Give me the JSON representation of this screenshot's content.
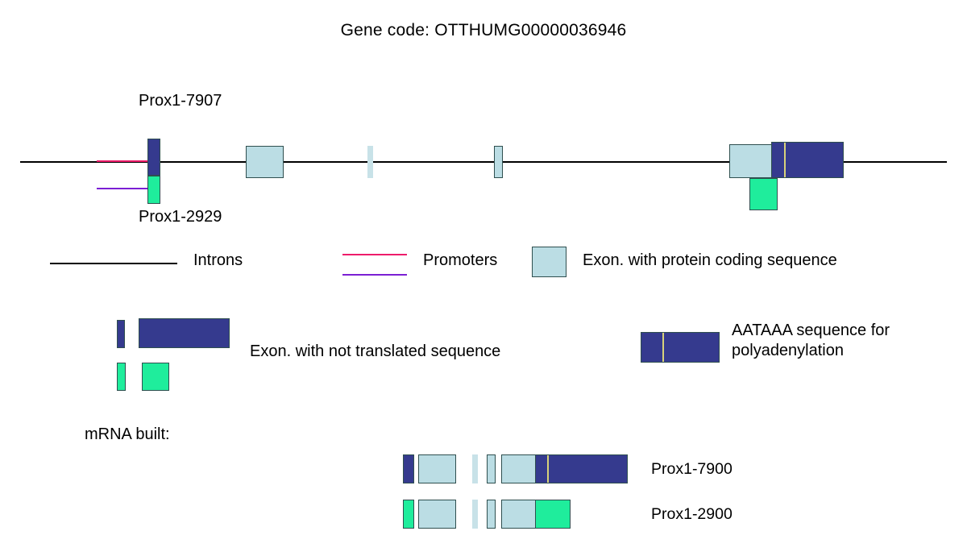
{
  "figure": {
    "title": "Gene code: OTTHUMG00000036946",
    "mrna_section_label": "mRNA built:"
  },
  "colors": {
    "intron": "#000000",
    "promoter_pink": "#ee1c6a",
    "promoter_purple": "#7b1fd4",
    "exon_coding": "#bbdde4",
    "exon_coding_pale": "#c8e2e8",
    "exon_untranslated_blue": "#353a8e",
    "exon_untranslated_green": "#1fed9c",
    "aataaa_marker": "#d8d27a",
    "box_border": "#2f4f4f"
  },
  "gene_track": {
    "transcript_top_label": "Prox1-7907",
    "transcript_bottom_label": "Prox1-2929"
  },
  "legend": {
    "introns": "Introns",
    "promoters": "Promoters",
    "exon_coding": "Exon. with protein coding sequence",
    "exon_not_translated": "Exon. with not translated sequence",
    "aataaa": "AATAAA sequence for polyadenylation"
  },
  "mrna": [
    {
      "name": "Prox1-7900"
    },
    {
      "name": "Prox1-2900"
    }
  ]
}
